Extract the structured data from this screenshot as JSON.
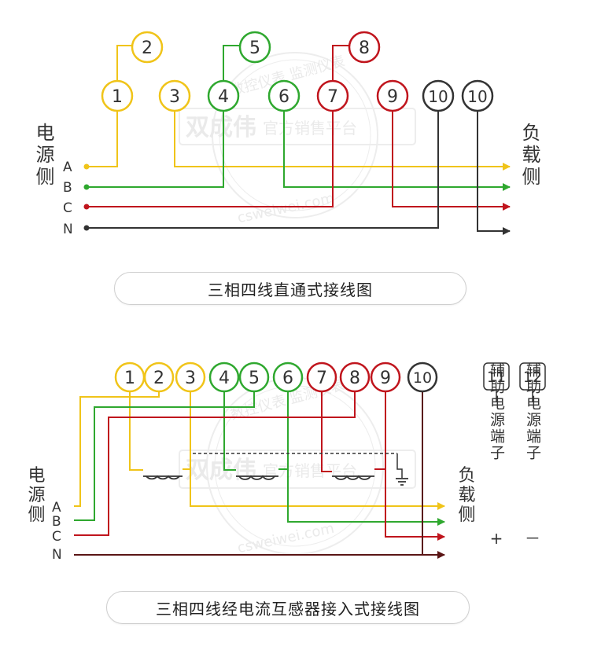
{
  "diagram1": {
    "terminals": [
      "1",
      "2",
      "3",
      "4",
      "5",
      "6",
      "7",
      "8",
      "9",
      "10",
      "10"
    ],
    "source_side": "电源侧",
    "phases": [
      "A",
      "B",
      "C",
      "N"
    ],
    "load_side": "负载侧",
    "caption": "三相四线直通式接线图"
  },
  "diagram2": {
    "terminals": [
      "1",
      "2",
      "3",
      "4",
      "5",
      "6",
      "7",
      "8",
      "9",
      "10"
    ],
    "aux_terminals": [
      "11",
      "12"
    ],
    "aux_label": "辅助电源端子",
    "aux_polarity": [
      "+",
      "－"
    ],
    "source_side": "电源侧",
    "phases": [
      "A",
      "B",
      "C",
      "N"
    ],
    "load_side": "负载侧",
    "caption": "三相四线经电流互感器接入式接线图"
  },
  "watermark": {
    "brand": "双成伟",
    "platform": "官方销售平台",
    "seal_arc": "数控仪表 监测仪表",
    "url": "csweiwei.com"
  },
  "colors": {
    "yellow": "#f0c419",
    "green": "#2fa82f",
    "red": "#c0151d",
    "dark": "#333333",
    "darkred": "#5a1515"
  }
}
